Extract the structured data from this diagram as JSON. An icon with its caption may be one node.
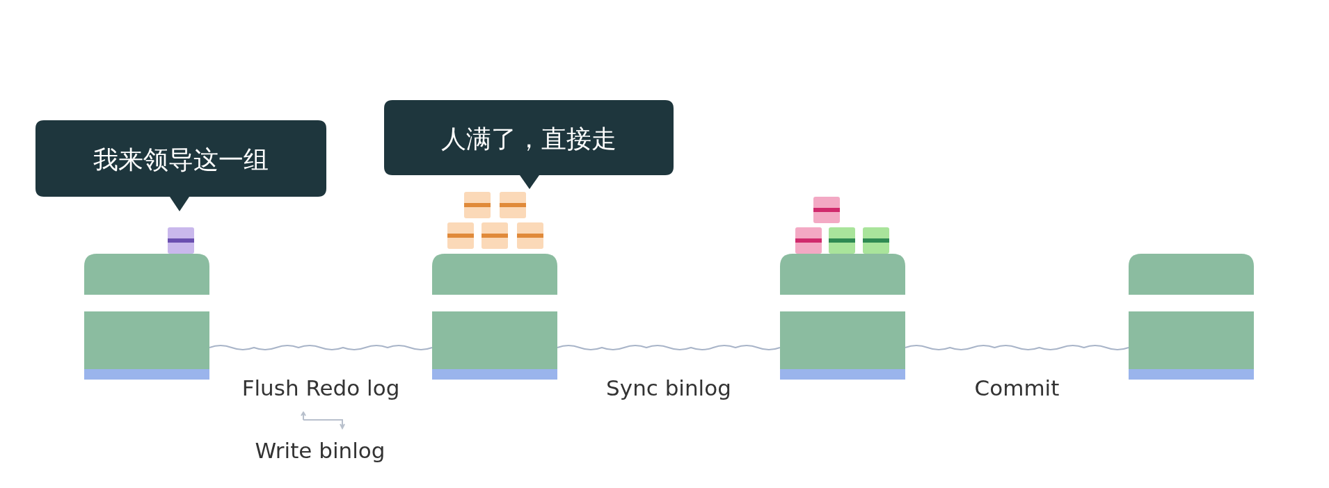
{
  "diagram": {
    "nodes": [
      {
        "text": [
          "我来领导这一组"
        ]
      },
      {
        "text": [
          "人满了，直接走"
        ]
      },
      {
        "text": [],
        "shape": "box"
      },
      {
        "text": [],
        "shape": "box"
      },
      {
        "text": [],
        "shape": "box"
      },
      {
        "text": [],
        "shape": "box"
      }
    ],
    "edges": [
      {
        "from": 2,
        "to": 3,
        "arrow": "none",
        "label": "Flush Redo log"
      },
      {
        "from": 3,
        "to": 4,
        "arrow": "none",
        "label": "Sync binlog"
      },
      {
        "from": 4,
        "to": 5,
        "arrow": "none",
        "label": "Commit"
      }
    ],
    "labels": [
      "Write binlog"
    ]
  }
}
